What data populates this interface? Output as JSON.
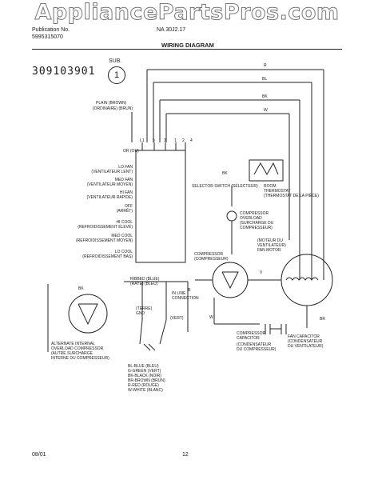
{
  "watermark": "AppliancePartsPros.com",
  "header": {
    "publication": "Publication No.",
    "pub_number": "5995315070",
    "model_fragment": "NA 30J2.17",
    "title": "WIRING DIAGRAM"
  },
  "diagram_code": "309103901",
  "sub": {
    "label": "SUB.",
    "number": "1"
  },
  "wire_colors": [
    "R",
    "BL",
    "BK",
    "W"
  ],
  "plain": [
    "PLAIN (BROWN)",
    "(ORDINAIRE) (BRUN)"
  ],
  "switch": {
    "terminals": [
      "L1",
      "5",
      "3",
      "1",
      "2",
      "4"
    ],
    "name": "SELECTOR SWITCH (SÉLECTEUR)",
    "positions": [
      [
        "LO FAN",
        "(VENTILATEUR LENT)"
      ],
      [
        "MED FAN",
        "(VENTILATEUR MOYEN)"
      ],
      [
        "HI FAN",
        "(VENTILATEUR RAPIDE)"
      ],
      [
        "OFF",
        "(ARRÊT)"
      ],
      [
        "HI COOL",
        "(REFROIDISSEMENT ÉLEVÉ)"
      ],
      [
        "MED COOL",
        "(REFROIDISSEMENT MOYEN)"
      ],
      [
        "LO COOL",
        "(REFROIDISSEMENT BAS)"
      ]
    ],
    "or": "OR (OU)"
  },
  "room_thermostat": [
    "ROOM",
    "THERMOSTAT",
    "(THERMOSTAT DE LA PIÈCE)"
  ],
  "overload": [
    "COMPRESSOR",
    "OVERLOAD",
    "(SURCHARGE DU",
    "COMPRESSEUR)"
  ],
  "fan_motor": [
    "(MOTEUR DU",
    "VENTILATEUR)",
    "FAN MOTOR"
  ],
  "compressor": [
    "COMPRESSOR",
    "(COMPRESSEUR)"
  ],
  "ribbed": [
    "RIBBED (BLUE)",
    "(RAYÉ) (BLEU)"
  ],
  "inline": [
    "IN LINE",
    "CONNECTION"
  ],
  "ground": [
    "(TERRE)",
    "GND"
  ],
  "vert": "(VERT)",
  "comp_cap": [
    "COMPRESSOR",
    "CAPACITOR",
    "(CONDENSATEUR",
    "DU COMPRESSEUR)"
  ],
  "fan_cap": [
    "FAN CAPACITOR",
    "(CONDENSATEUR",
    "DU VENTILATEUR)"
  ],
  "alt_overload": [
    "ALTERNATE INTERNAL",
    "OVERLOAD COMPRESSOR",
    "(AUTRE SURCHARGE",
    "INTERNE DU COMPRESSEUR)"
  ],
  "legend": [
    "BL-BLUE (BLEU)",
    "G-GREEN (VERT)",
    "BK-BLACK (NOIR)",
    "BR-BROWN (BRUN)",
    "R-RED (ROUGE)",
    "W-WHITE (BLANC)"
  ],
  "wire_tags": {
    "bk": "BK",
    "r": "R",
    "w": "W",
    "br": "BR",
    "v": "V"
  },
  "footer": {
    "date": "08/01",
    "page": "12"
  }
}
